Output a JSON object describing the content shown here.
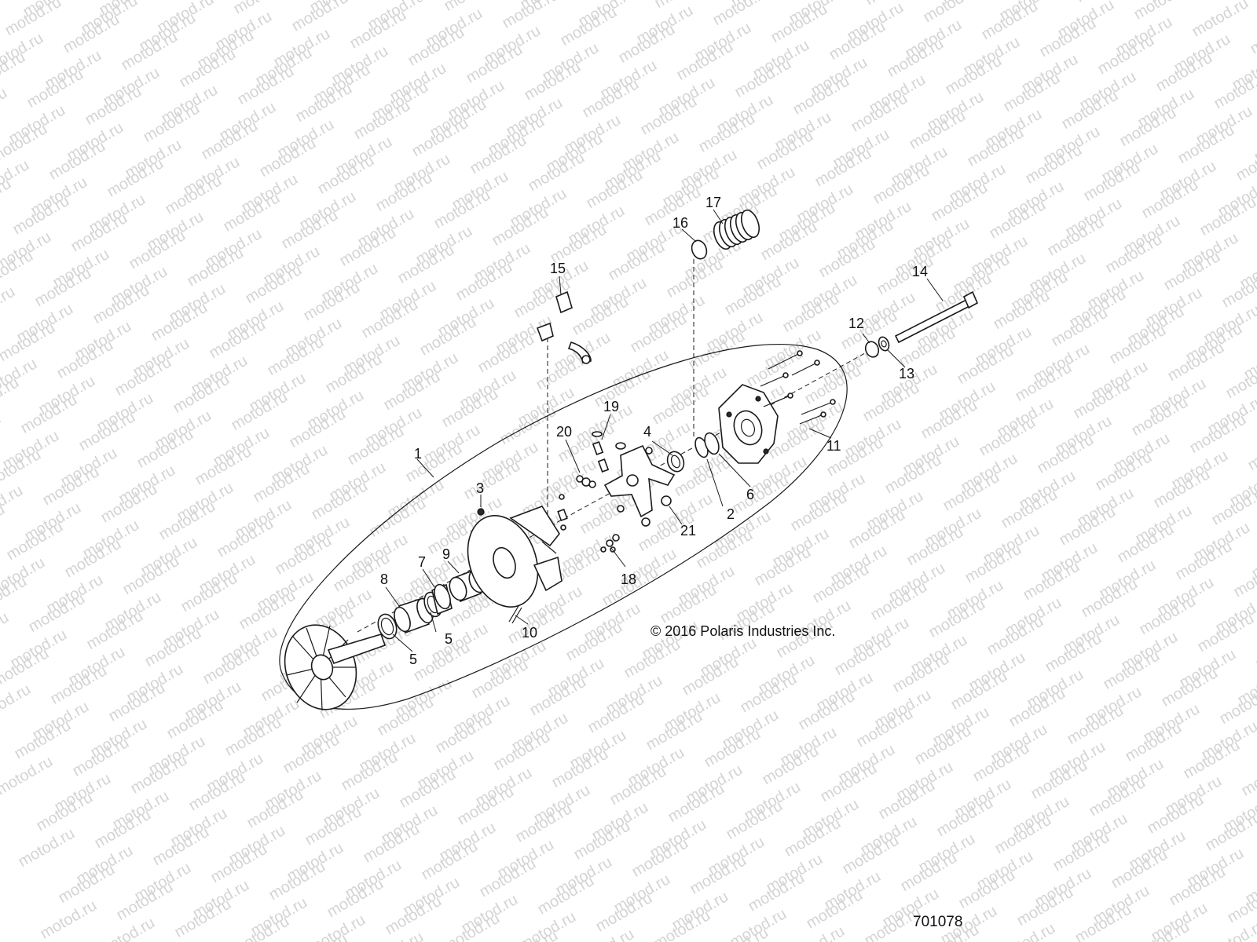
{
  "watermark": "motod.ru",
  "copyright": "© 2016 Polaris Industries Inc.",
  "diagram_number": "701078",
  "callouts": [
    "1",
    "2",
    "3",
    "4",
    "5",
    "5",
    "6",
    "7",
    "8",
    "9",
    "10",
    "11",
    "12",
    "13",
    "14",
    "15",
    "16",
    "17",
    "18",
    "19",
    "20",
    "21"
  ],
  "colors": {
    "line": "#1a1a1a",
    "watermark": "#d4d4d4",
    "background": "#ffffff"
  }
}
